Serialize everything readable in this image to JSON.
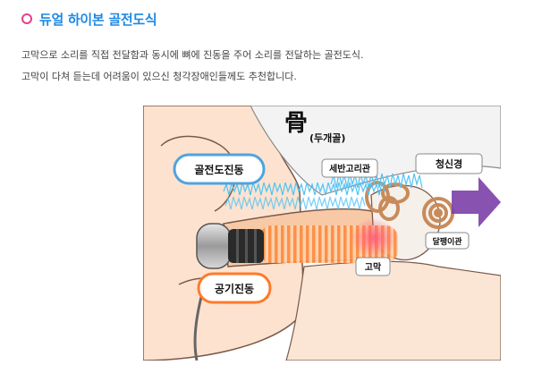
{
  "header": {
    "title": "듀얼 하이본 골전도식"
  },
  "description": {
    "line1": "고막으로 소리를 직접 전달함과 동시에 뼈에 진동을 주어 소리를 전달하는 골전도식.",
    "line2": "고막이 다쳐 듣는데 어려움이 있으신 청각장애인들께도 추천합니다."
  },
  "diagram": {
    "bone_hanja": "骨",
    "bone_label": "(두개골)",
    "bone_conduction": "골전도진동",
    "air_conduction": "공기진동",
    "semicircular": "세반고리관",
    "auditory_nerve": "청신경",
    "eardrum": "고막",
    "cochlea": "달팽이관",
    "colors": {
      "bone_wave": "#4fc3f7",
      "air_wave": "#ff8a3d",
      "arrow": "#7b3fa8",
      "skin": "#fde3cf",
      "outline": "#7a5a4a"
    }
  }
}
